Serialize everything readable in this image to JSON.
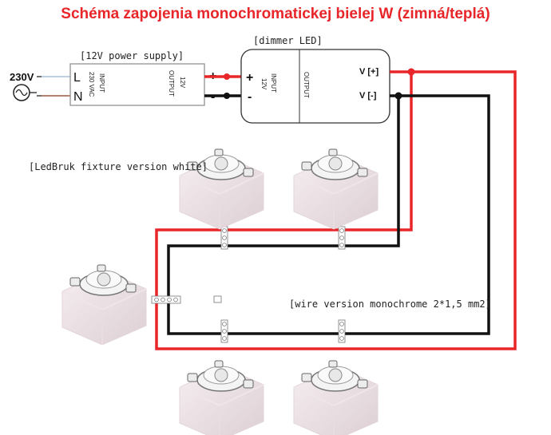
{
  "title": "Schéma zapojenia monochromatickej bielej W (zimná/teplá)",
  "mains": {
    "voltage": "230V",
    "line": "L",
    "neutral": "N"
  },
  "power_supply": {
    "label": "[12V power supply]",
    "input_text_1": "INPUT",
    "input_text_2": "230 VAC",
    "output_text_1": "OUTPUT",
    "output_text_2": "12V",
    "plus": "+",
    "minus": "-"
  },
  "dimmer": {
    "label": "[dimmer LED]",
    "plus": "+",
    "minus": "-",
    "input_text_1": "INPUT",
    "input_text_2": "12V",
    "output_text": "OUTPUT",
    "v_plus": "V [+]",
    "v_minus": "V [-]"
  },
  "fixture_label": "[LedBruk fixture version white]",
  "wire_label": "[wire version monochrome 2*1,5 mm2]",
  "colors": {
    "title": "#e8262a",
    "positive_wire": "#e8262a",
    "negative_wire": "#111111",
    "mains_wire": "#a9c0d8",
    "mains_wire_2": "#a05a3c"
  },
  "icons": [
    "ac-source-icon",
    "fixture-icon",
    "wire-connector-icon"
  ]
}
